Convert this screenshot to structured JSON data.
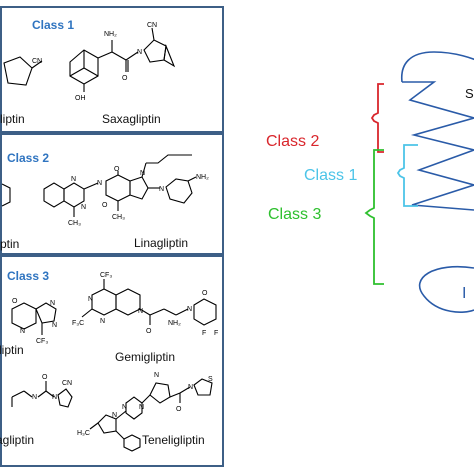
{
  "panels": [
    {
      "title": "Class 1",
      "drugs": [
        "liptin",
        "Saxagliptin"
      ]
    },
    {
      "title": "Class 2",
      "drugs": [
        "gliptin",
        "Linagliptin"
      ]
    },
    {
      "title": "Class 3",
      "drugs": [
        "liptin",
        "Gemigliptin",
        "agliptin",
        "Teneligliptin"
      ]
    }
  ],
  "right": {
    "class2_label": "Class 2",
    "class1_label": "Class 1",
    "class3_label": "Class 3",
    "top_fragment": "S",
    "bottom_fragment": "I"
  },
  "colors": {
    "panel_border": "#3d5f86",
    "panel_title": "#2f74c0",
    "class2": "#d9262c",
    "class1": "#4cc4e8",
    "class3": "#2ec02e",
    "protein": "#2a5ba8"
  }
}
